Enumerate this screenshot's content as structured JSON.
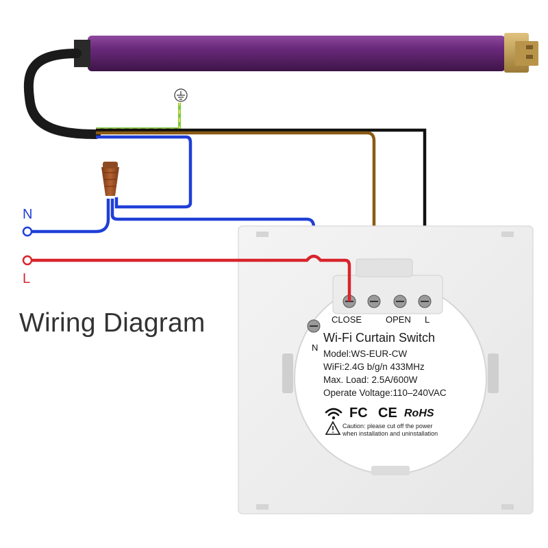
{
  "title": "Wiring Diagram",
  "mains": {
    "neutral_label": "N",
    "live_label": "L",
    "neutral_color": "#1f3fd6",
    "live_color": "#d8242c"
  },
  "wire_colors": {
    "earth": "#7ac943",
    "brown": "#8a5a14",
    "black": "#111111",
    "blue": "#1f3fd6",
    "red": "#d8242c"
  },
  "switch": {
    "terminals": {
      "close": "CLOSE",
      "open": "OPEN",
      "live": "L",
      "neutral": "N"
    },
    "product_name": "Wi-Fi Curtain Switch",
    "model": "Model:WS-EUR-CW",
    "wifi": "WiFi:2.4G b/g/n 433MHz",
    "max_load": "Max. Load: 2.5A/600W",
    "voltage": "Operate Voltage:110–240VAC",
    "certifications": {
      "fc": "FC",
      "ce": "CE",
      "rohs": "RoHS"
    },
    "caution_line1": "Caution: please cut off the power",
    "caution_line2": "when installation and uninstallation"
  },
  "icons": [
    "ground-icon",
    "wifi-icon",
    "caution-icon",
    "wire-nut-icon",
    "tubular-motor-icon"
  ],
  "colors": {
    "motor_tube": "#6a2a78",
    "motor_cap": "#c8a55a",
    "wire_nut": "#a0522d",
    "plate": "#f7f7f7"
  }
}
